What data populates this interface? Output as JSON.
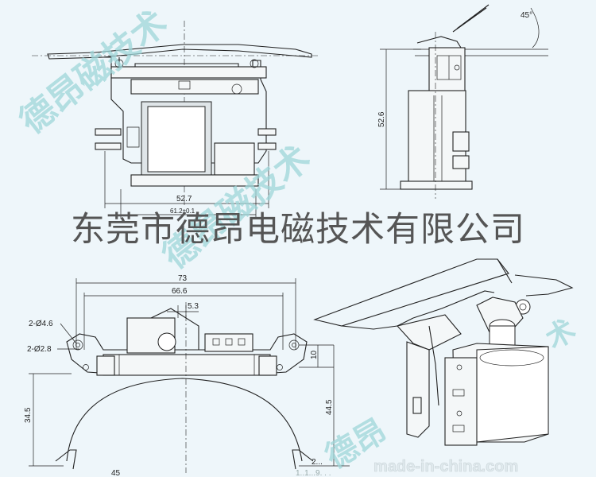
{
  "watermark": {
    "brand_text": "德昂磁技术",
    "bottom_text": "德昂",
    "right_text": "术",
    "madein": "made-in-china.com",
    "bottom_fragment": "1..1...9. . ."
  },
  "company_name": "东莞市德昂电磁技术有限公司",
  "dimensions": {
    "angle": "45°",
    "top_width": "52.7",
    "top_width_sub": "61.2±0.1",
    "height": "52.6",
    "overall_width": "73",
    "inner_width": "66.6",
    "offset": "5.3",
    "hole_large": "2-Ø4.6",
    "hole_small": "2-Ø2.8",
    "side_height": "10",
    "total_height": "44.5",
    "left_height": "34.5",
    "bottom_left": "45",
    "bottom_mid": "2..."
  },
  "colors": {
    "background": "#eef6fa",
    "line": "#222222",
    "watermark": "#9fd6d9"
  }
}
